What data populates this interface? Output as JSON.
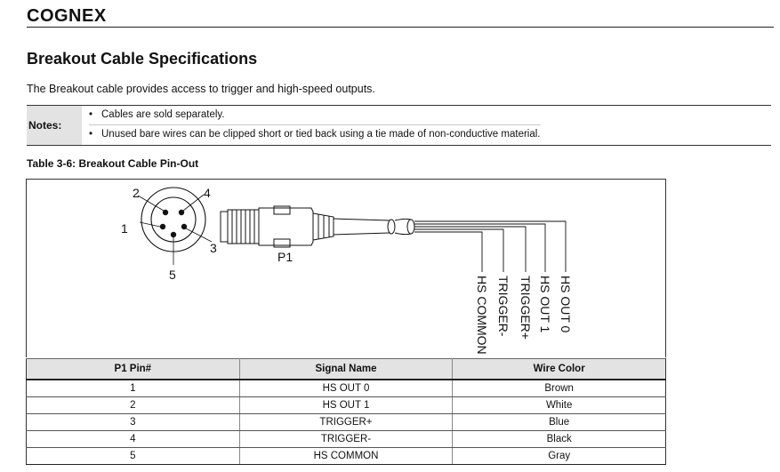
{
  "header": {
    "brand": "COGNEX"
  },
  "section": {
    "title": "Breakout Cable Specifications",
    "intro": "The Breakout cable provides access to trigger and high-speed outputs."
  },
  "notes": {
    "label": "Notes:",
    "items": [
      "Cables are sold separately.",
      "Unused bare wires can be clipped short or tied back using a tie made of non-conductive material."
    ]
  },
  "table": {
    "caption": "Table 3-6: Breakout Cable Pin-Out",
    "headers": [
      "P1 Pin#",
      "Signal Name",
      "Wire Color"
    ],
    "rows": [
      [
        "1",
        "HS OUT 0",
        "Brown"
      ],
      [
        "2",
        "HS OUT 1",
        "White"
      ],
      [
        "3",
        "TRIGGER+",
        "Blue"
      ],
      [
        "4",
        "TRIGGER-",
        "Black"
      ],
      [
        "5",
        "HS COMMON",
        "Gray"
      ]
    ]
  },
  "diagram": {
    "pin_labels": [
      "1",
      "2",
      "3",
      "4",
      "5"
    ],
    "connector_label": "P1",
    "wire_labels": [
      "HS COMMON",
      "TRIGGER-",
      "TRIGGER+",
      "HS OUT 1",
      "HS OUT 0"
    ]
  }
}
